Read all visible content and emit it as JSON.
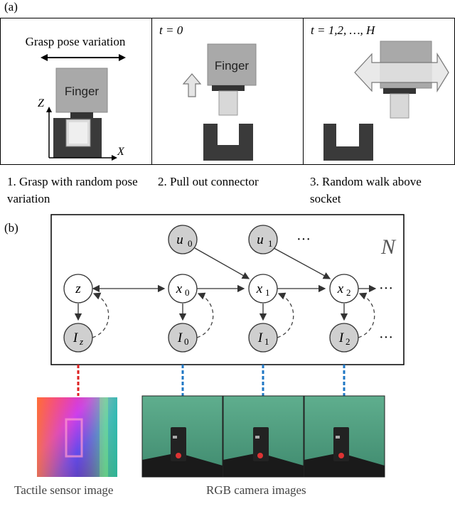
{
  "panel_a": {
    "label": "(a)",
    "step1": {
      "title": "Grasp pose variation",
      "finger": "Finger",
      "axis_z": "Z",
      "axis_x": "X",
      "caption": "1. Grasp with random pose variation"
    },
    "step2": {
      "time": "t = 0",
      "finger": "Finger",
      "caption": "2. Pull out connector"
    },
    "step3": {
      "time": "t = 1,2, …, H",
      "caption": "3. Random walk above socket"
    }
  },
  "panel_b": {
    "label": "(b)",
    "plate": "N",
    "nodes": {
      "z": "z",
      "x0": "x",
      "x0_sub": "0",
      "x1": "x",
      "x1_sub": "1",
      "x2": "x",
      "x2_sub": "2",
      "u0": "u",
      "u0_sub": "0",
      "u1": "u",
      "u1_sub": "1",
      "Iz": "I",
      "Iz_sub": "z",
      "I0": "I",
      "I0_sub": "0",
      "I1": "I",
      "I1_sub": "1",
      "I2": "I",
      "I2_sub": "2"
    },
    "ellipsis": "···",
    "tactile_caption": "Tactile sensor image",
    "rgb_caption": "RGB camera images",
    "colors": {
      "tactile_link": "#dd2222",
      "rgb_link": "#1f77c4",
      "node_fill": "#cfcfcf"
    }
  }
}
